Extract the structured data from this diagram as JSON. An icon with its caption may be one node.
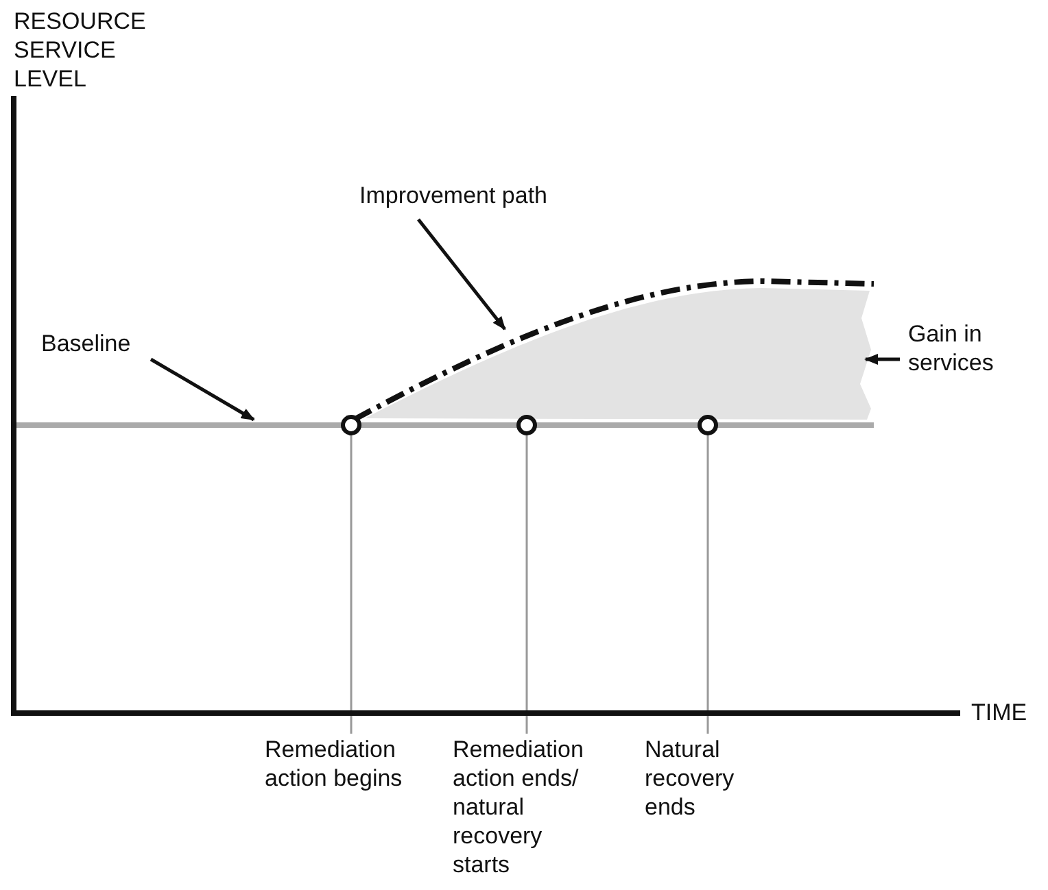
{
  "diagram": {
    "nodes": [
      {
        "text": [
          "Baseline"
        ]
      },
      {
        "text": [],
        "shape": "line"
      },
      {
        "text": [
          "Improvement path"
        ]
      },
      {
        "text": [],
        "shape": "line"
      },
      {
        "text": [
          "Gain in services"
        ]
      },
      {
        "text": [],
        "shape": "area"
      },
      {
        "text": [],
        "shape": "circle"
      },
      {
        "text": [],
        "shape": "circle"
      },
      {
        "text": [],
        "shape": "circle"
      },
      {
        "text": [
          "Remediation action begins"
        ]
      },
      {
        "text": [
          "Remediation action ends/ natural recovery starts"
        ]
      },
      {
        "text": [
          "Natural recovery ends"
        ]
      }
    ],
    "edges": [
      {
        "from": 0,
        "to": 3,
        "arrow": "to"
      },
      {
        "from": 2,
        "to": 1,
        "arrow": "to"
      },
      {
        "from": 4,
        "to": 5,
        "arrow": "to"
      },
      {
        "from": 6,
        "to": 9,
        "arrow": "none",
        "color": "#999999"
      },
      {
        "from": 7,
        "to": 10,
        "arrow": "none",
        "color": "#999999"
      },
      {
        "from": 8,
        "to": 11,
        "arrow": "none",
        "color": "#999999"
      }
    ],
    "labels": [
      "RESOURCE SERVICE LEVEL",
      "TIME"
    ]
  }
}
